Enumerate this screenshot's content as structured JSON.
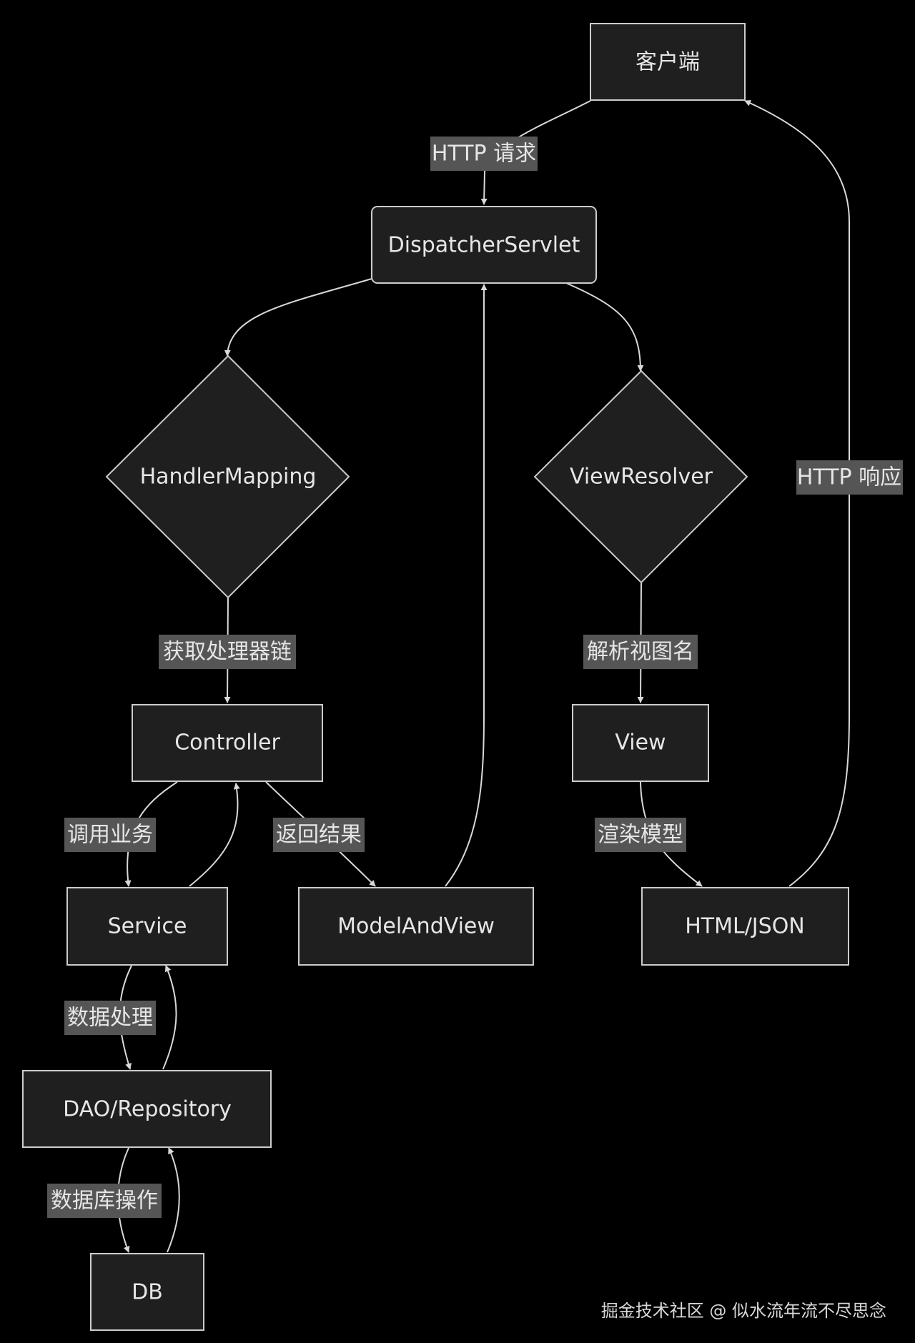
{
  "nodes": {
    "client": "客户端",
    "dispatcher": "DispatcherServlet",
    "handler_mapping": "HandlerMapping",
    "view_resolver": "ViewResolver",
    "controller": "Controller",
    "view": "View",
    "service": "Service",
    "model_and_view": "ModelAndView",
    "html_json": "HTML/JSON",
    "dao": "DAO/Repository",
    "db": "DB"
  },
  "edges": {
    "http_request": "HTTP 请求",
    "http_response": "HTTP 响应",
    "get_handler_chain": "获取处理器链",
    "resolve_view_name": "解析视图名",
    "call_business": "调用业务",
    "return_result": "返回结果",
    "render_model": "渲染模型",
    "data_processing": "数据处理",
    "db_operation": "数据库操作"
  },
  "watermark": "掘金技术社区 @ 似水流年流不尽思念",
  "colors": {
    "background": "#000000",
    "node_fill": "#1f1f1f",
    "stroke": "#cccccc",
    "edge_label_bg": "#555555",
    "text": "#e6e6e6"
  }
}
